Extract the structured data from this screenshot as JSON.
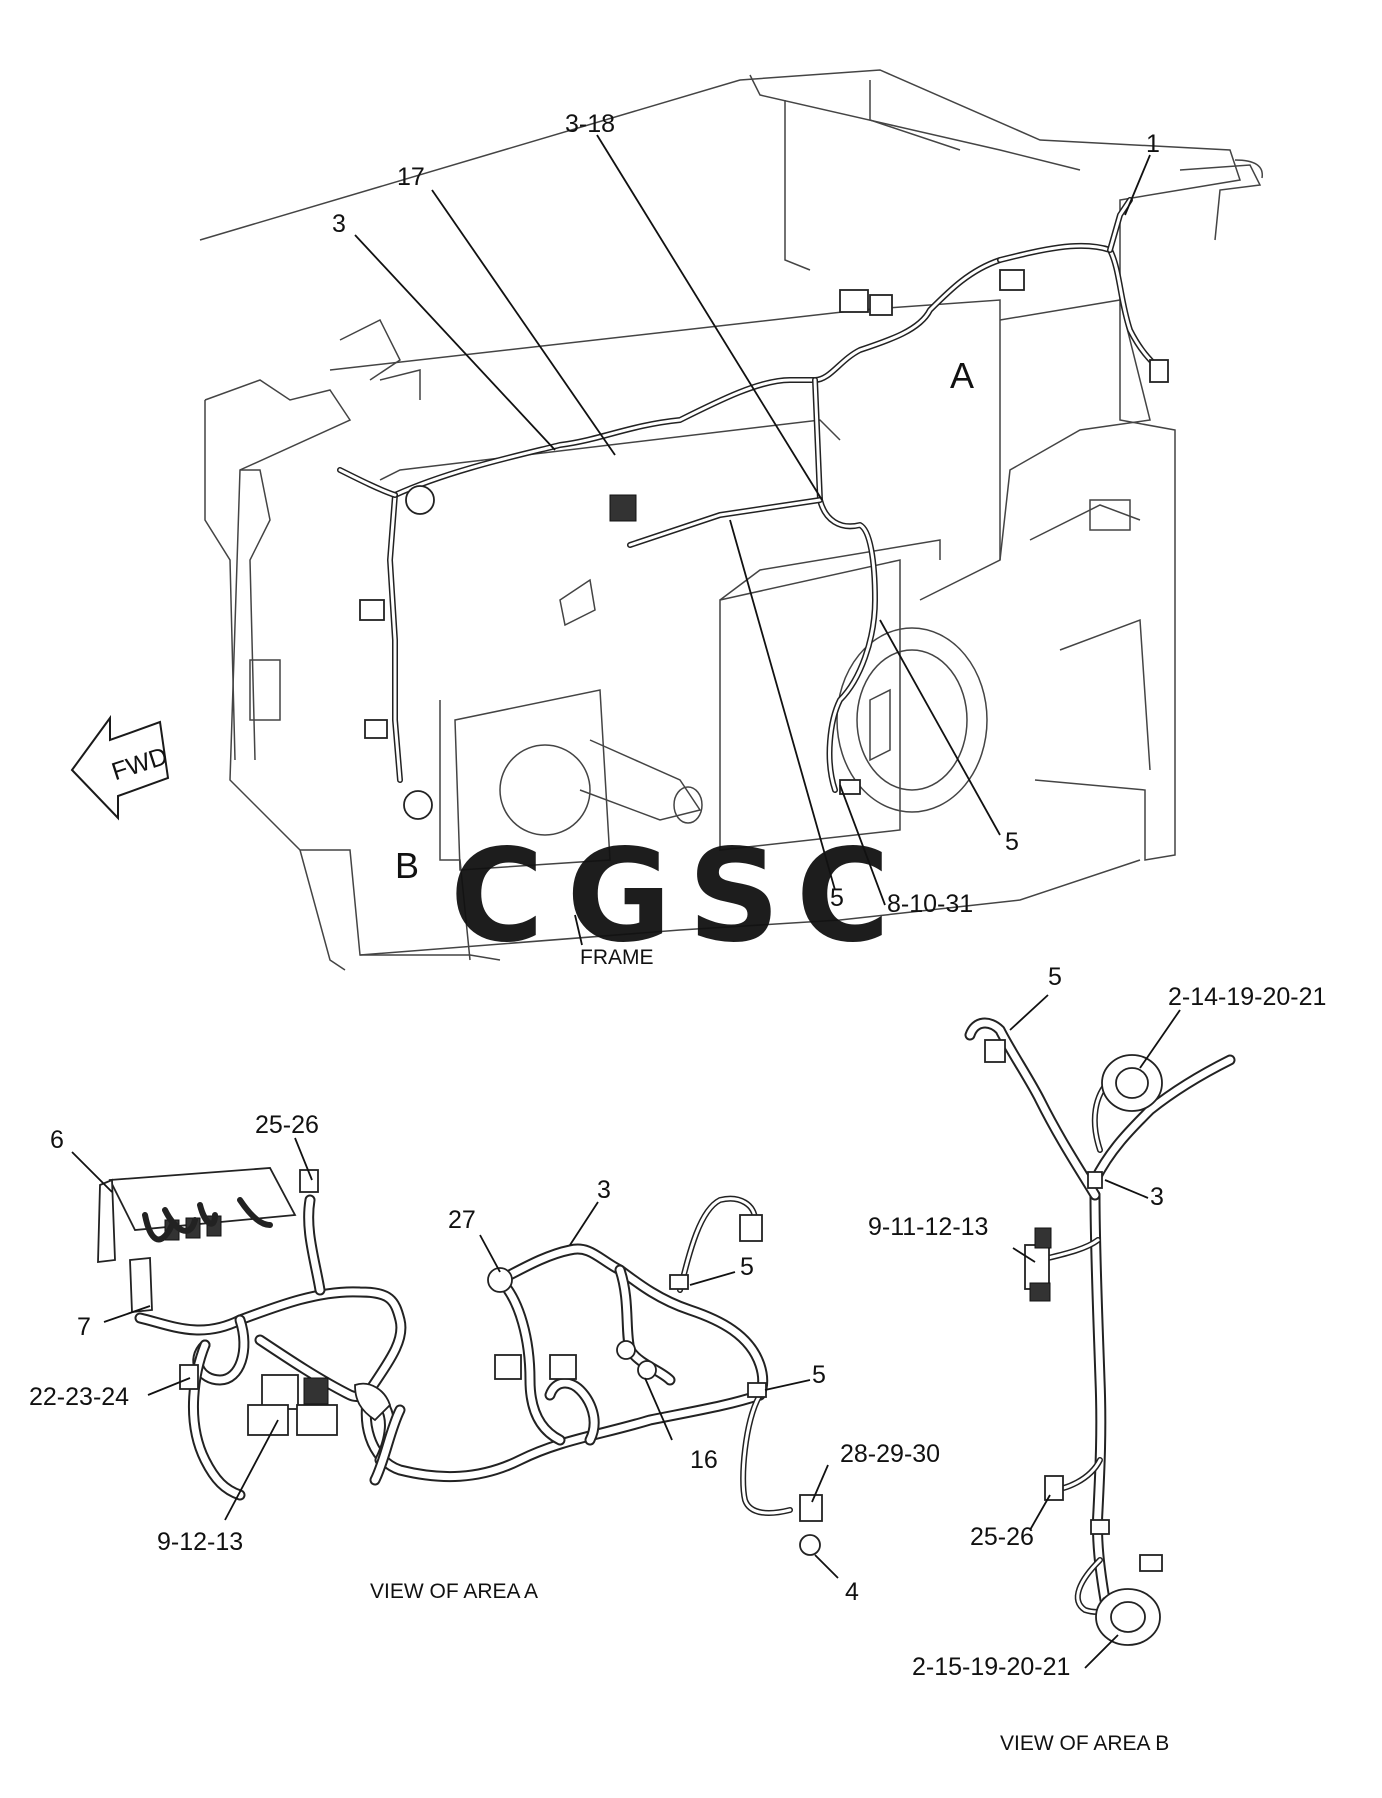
{
  "labels": {
    "main_3_18": "3-18",
    "main_17": "17",
    "main_3": "3",
    "main_1": "1",
    "main_A": "A",
    "main_B": "B",
    "main_5_right": "5",
    "main_5_center": "5",
    "main_8_10_31": "8-10-31",
    "frame": "FRAME",
    "fwd": "FWD",
    "a_6": "6",
    "a_25_26": "25-26",
    "a_7": "7",
    "a_22_23_24": "22-23-24",
    "a_9_12_13": "9-12-13",
    "a_27": "27",
    "a_3": "3",
    "a_5_top": "5",
    "a_5_bottom": "5",
    "a_16": "16",
    "a_28_29_30": "28-29-30",
    "a_4": "4",
    "b_5": "5",
    "b_2_14_19_20_21": "2-14-19-20-21",
    "b_3": "3",
    "b_9_11_12_13": "9-11-12-13",
    "b_25_26": "25-26",
    "b_2_15_19_20_21": "2-15-19-20-21"
  },
  "captions": {
    "view_a": "VIEW OF AREA A",
    "view_b": "VIEW OF AREA B"
  },
  "watermark": {
    "letters": [
      "C",
      "G",
      "S",
      "C"
    ],
    "colors": [
      "#8ab4f8",
      "#f28b82",
      "#fdd663",
      "#81c995"
    ]
  }
}
